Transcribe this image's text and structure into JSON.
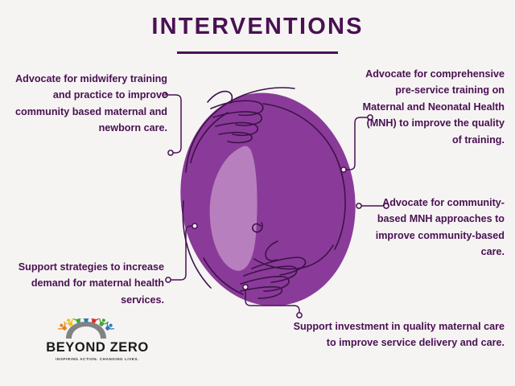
{
  "page": {
    "title": "INTERVENTIONS",
    "background_color": "#F5F4F3",
    "accent_dark_purple": "#4A1052",
    "accent_purple": "#8A3A99",
    "accent_light_purple": "#C08BC4"
  },
  "illustration": {
    "name": "womb-with-embracing-hands",
    "body_color": "#8A3A99",
    "inner_color": "#C08BC4",
    "line_color": "#3D1248"
  },
  "callouts": [
    {
      "id": "midwifery-training",
      "text": "Advocate for midwifery training and practice to improve community based maternal and newborn care."
    },
    {
      "id": "pre-service-training",
      "text": "Advocate for comprehensive pre-service training on Maternal and Neonatal Health (MNH) to improve the quality of training."
    },
    {
      "id": "community-based-mnh",
      "text": "Advocate for community-based MNH approaches to improve community-based care."
    },
    {
      "id": "demand-for-services",
      "text": "Support strategies to increase demand for maternal health services."
    },
    {
      "id": "quality-maternal-care-investment",
      "text": "Support investment in quality maternal care to improve service delivery and care."
    }
  ],
  "logo": {
    "name": "BEYOND ZERO",
    "tagline": "INSPIRING ACTION. CHANGING LIVES.",
    "mark_colors": [
      "#E8821E",
      "#F2C017",
      "#3FA535",
      "#2E77BC",
      "#D93025"
    ],
    "arch_color": "#808285"
  }
}
